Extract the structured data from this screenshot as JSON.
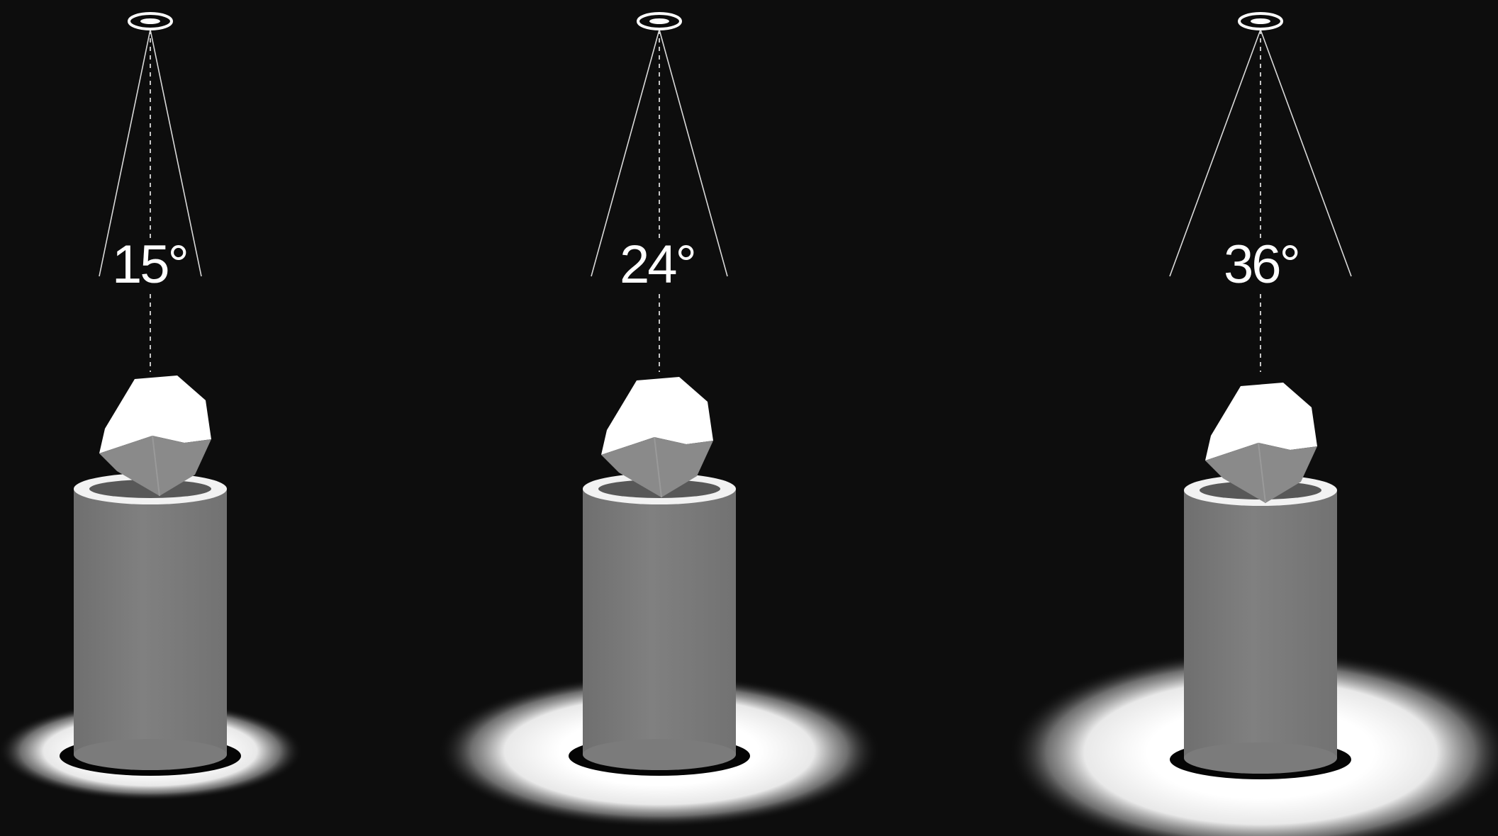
{
  "colors": {
    "background": "#0d0d0d",
    "beam_line": "#d9d9d9",
    "fixture": "#ffffff",
    "pedestal_body": "#7b7b7b",
    "pedestal_top": "#f2f2f2",
    "pedestal_recess": "#585858",
    "gem_light": "#ffffff",
    "gem_dark": "#8a8a8a",
    "floor_shadow": "#050505",
    "label": "#ffffff"
  },
  "spots": [
    {
      "angle_label": "15°",
      "beam_angle_deg": 15
    },
    {
      "angle_label": "24°",
      "beam_angle_deg": 24
    },
    {
      "angle_label": "36°",
      "beam_angle_deg": 36
    }
  ]
}
